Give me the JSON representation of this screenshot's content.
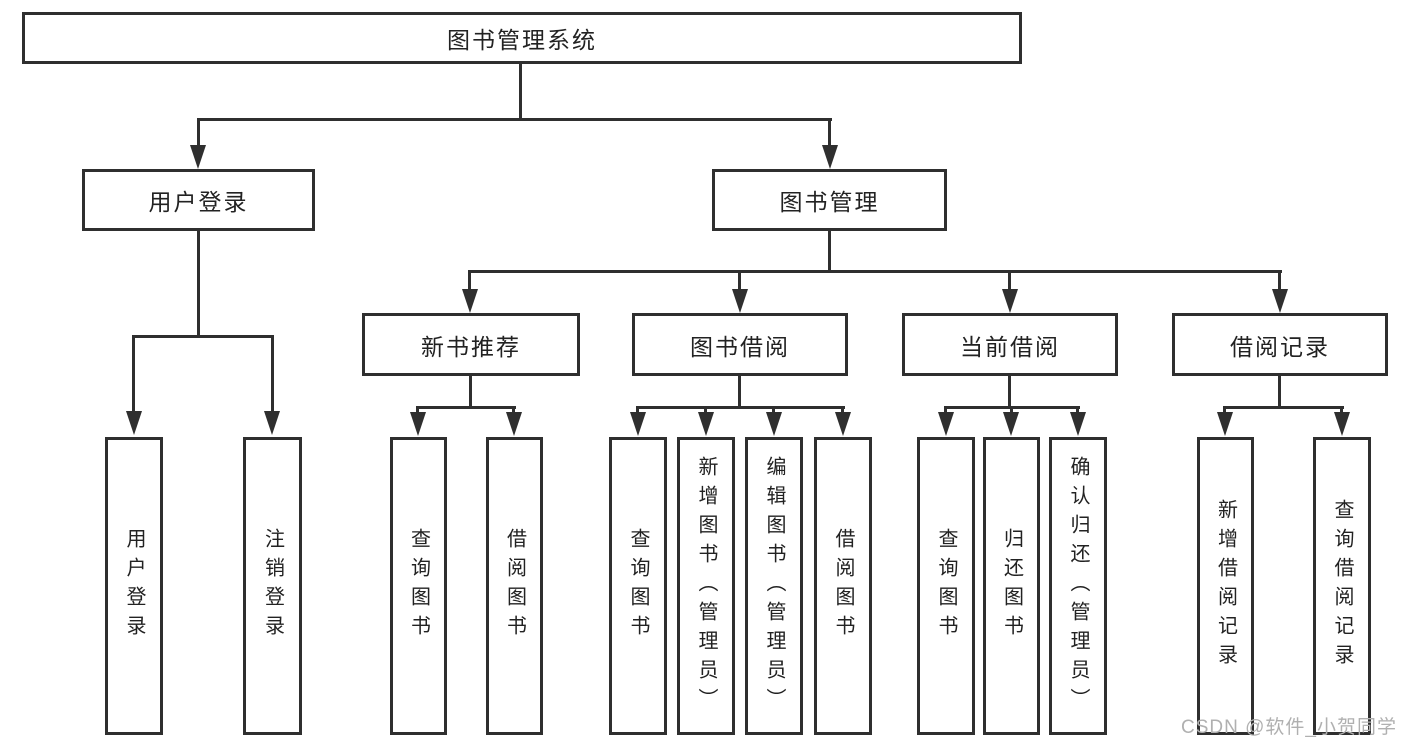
{
  "colors": {
    "line": "#2f2f2f",
    "text": "#222222",
    "background": "#ffffff",
    "watermark": "#b0b0b0"
  },
  "tree": {
    "root": {
      "label": "图书管理系统"
    },
    "branches": [
      {
        "label": "用户登录",
        "children": [
          {
            "label": "用户登录"
          },
          {
            "label": "注销登录"
          }
        ]
      },
      {
        "label": "图书管理",
        "groups": [
          {
            "label": "新书推荐",
            "children": [
              {
                "label": "查询图书"
              },
              {
                "label": "借阅图书"
              }
            ]
          },
          {
            "label": "图书借阅",
            "children": [
              {
                "label": "查询图书"
              },
              {
                "label": "新增图书（管理员）"
              },
              {
                "label": "编辑图书（管理员）"
              },
              {
                "label": "借阅图书"
              }
            ]
          },
          {
            "label": "当前借阅",
            "children": [
              {
                "label": "查询图书"
              },
              {
                "label": "归还图书"
              },
              {
                "label": "确认归还（管理员）"
              }
            ]
          },
          {
            "label": "借阅记录",
            "children": [
              {
                "label": "新增借阅记录"
              },
              {
                "label": "查询借阅记录"
              }
            ]
          }
        ]
      }
    ]
  },
  "watermark": {
    "text": "CSDN @软件_小贺同学"
  }
}
